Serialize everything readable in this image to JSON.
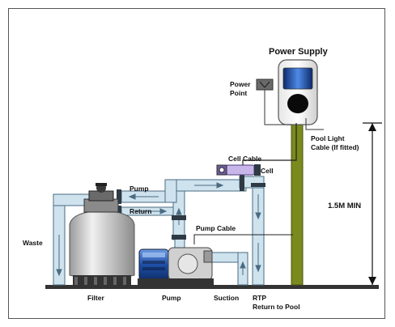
{
  "labels": {
    "power_supply": "Power Supply",
    "power_point_1": "Power",
    "power_point_2": "Point",
    "pool_light_1": "Pool Light",
    "pool_light_2": "Cable (If fitted)",
    "cell_cable": "Cell Cable",
    "cell": "Cell",
    "pump_top": "Pump",
    "return": "Return",
    "pump_cable": "Pump Cable",
    "waste": "Waste",
    "min_height": "1.5M MIN",
    "filter": "Filter",
    "pump_bottom": "Pump",
    "suction": "Suction",
    "rtp": "RTP",
    "return_to_pool": "Return to Pool"
  },
  "colors": {
    "pipe_fill": "#cfe3ee",
    "pipe_stroke": "#4a6b82",
    "post": "#7a8a1e",
    "ground": "#333333",
    "filter_body": "#d8d8d8",
    "pump_motor": "#2a5fb0",
    "unit_screen": "#1f4fa8"
  }
}
